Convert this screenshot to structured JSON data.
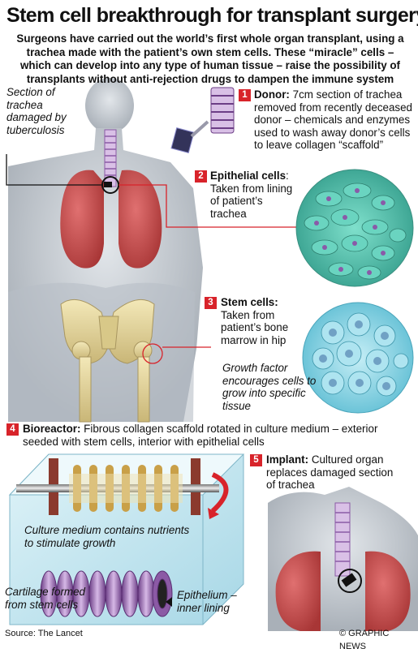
{
  "title": "Stem cell breakthrough for transplant surgery",
  "subtitle": "Surgeons have carried out the world’s first whole organ transplant, using a trachea made with the patient’s own stem cells. These “miracle” cells – which can develop into any type of human tissue – raise the possibility of transplants without anti-rejection drugs to dampen the immune system",
  "callout_trachea": "Section of trachea damaged by tuberculosis",
  "steps": [
    {
      "num": "1",
      "heading": "Donor:",
      "text": "7cm section of trachea removed from recently deceased donor – chemicals and enzymes used to wash away donor’s cells to leave collagen “scaffold”"
    },
    {
      "num": "2",
      "heading": "Epithelial cells",
      "text": "Taken from lining of patient’s trachea"
    },
    {
      "num": "3",
      "heading": "Stem cells:",
      "text": "Taken from patient’s bone marrow in hip"
    },
    {
      "num": "4",
      "heading": "Bioreactor:",
      "text": "Fibrous collagen scaffold rotated in culture medium – exterior seeded with stem cells, interior with epithelial cells"
    },
    {
      "num": "5",
      "heading": "Implant:",
      "text": "Cultured organ replaces damaged section of trachea"
    }
  ],
  "step2_colon": ":",
  "growth_factor": "Growth factor encourages cells to grow into specific tissue",
  "culture_medium": "Culture medium contains nutrients to stimulate growth",
  "cartilage": "Cartilage formed from stem cells",
  "epithelium": "Epithelium – inner lining",
  "source": "Source: The Lancet",
  "credit": "© GRAPHIC NEWS",
  "colors": {
    "accent": "#d8232a",
    "lung": "#c84848",
    "cell_green": "#5fc7b5",
    "cell_blue": "#8fd8e6",
    "trachea": "#c8a8d8"
  }
}
